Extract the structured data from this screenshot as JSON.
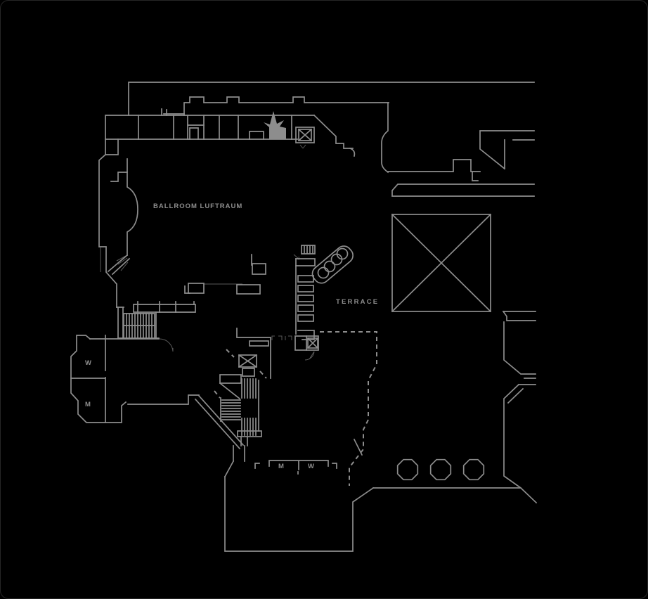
{
  "window": {
    "background": "#000000",
    "border_color": "#262626"
  },
  "drawing": {
    "type": "architectural-floor-plan",
    "line_color": "#8d8d8d",
    "dashed_boundary_color": "#8d8d8d",
    "fill_marker_color": "#8d8d8d"
  },
  "labels": {
    "ballroom": "BALLROOM LUFTRAUM",
    "terrace": "TERRACE",
    "restroom_w": "W",
    "restroom_m": "M",
    "restroom_m_bottom": "M",
    "restroom_w_bottom": "W"
  },
  "icons": {
    "elevator": "box-with-x",
    "shaft_void": "large-square-with-x",
    "column": "octagon",
    "stairs": "hatched-treads",
    "door": "quarter-arc-swing",
    "section_marker": "filled-spiked-rectangle"
  }
}
